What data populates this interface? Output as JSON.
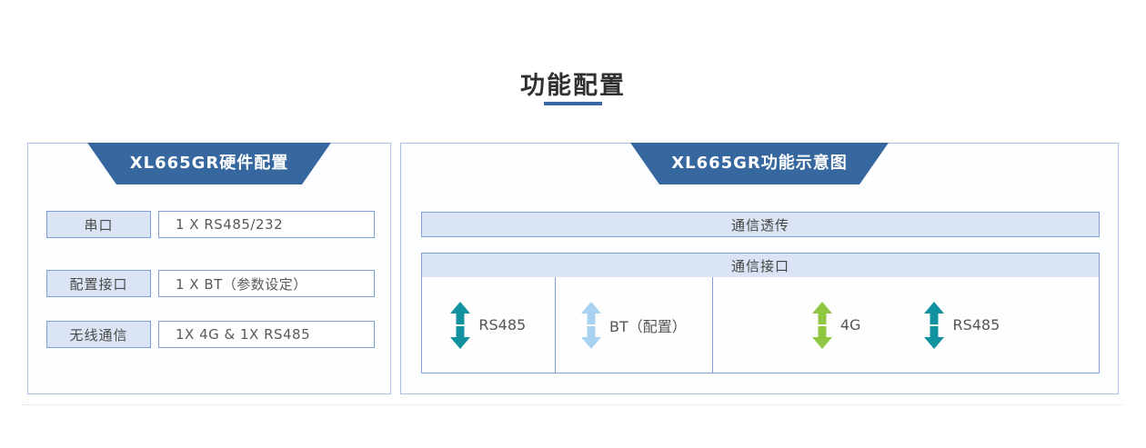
{
  "page": {
    "title": "功能配置"
  },
  "colors": {
    "header_blue": "#36679e",
    "underline_blue": "#3a67a2",
    "panel_border": "#a8c0e6",
    "box_border": "#7d9fd3",
    "box_fill": "#dbe4f4",
    "arrow_teal": "#12929e",
    "arrow_lightblue": "#a8d3f0",
    "arrow_green": "#8fc742"
  },
  "left_panel": {
    "header": "XL665GR硬件配置",
    "rows": [
      {
        "label": "串口",
        "value": "1 X RS485/232"
      },
      {
        "label": "配置接口",
        "value": "1 X BT（参数设定）"
      },
      {
        "label": "无线通信",
        "value": "1X 4G & 1X RS485"
      }
    ]
  },
  "right_panel": {
    "header": "XL665GR功能示意图",
    "top_bar": "通信透传",
    "section_header": "通信接口",
    "interfaces": [
      {
        "label": "RS485",
        "icon": "double-vertical-arrow-icon",
        "arrow_color": "#12929e"
      },
      {
        "label": "BT（配置）",
        "icon": "double-vertical-arrow-icon",
        "arrow_color": "#a8d3f0"
      },
      {
        "label": "4G",
        "icon": "double-vertical-arrow-icon",
        "arrow_color": "#8fc742"
      },
      {
        "label": "RS485",
        "icon": "double-vertical-arrow-icon",
        "arrow_color": "#12929e"
      }
    ]
  }
}
